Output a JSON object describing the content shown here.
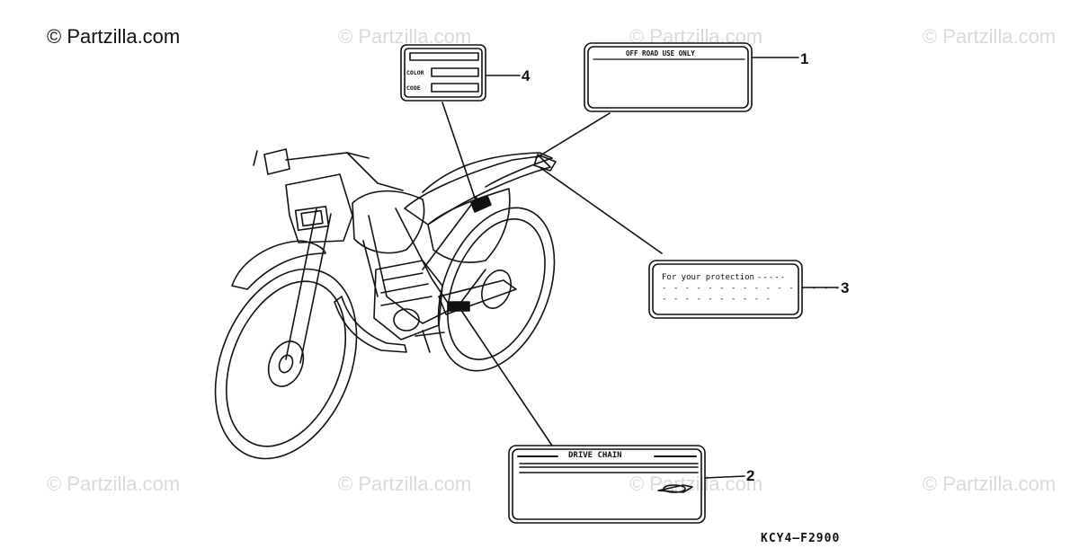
{
  "watermark": {
    "main": "© Partzilla.com",
    "repeat": "© Partzilla.com"
  },
  "callouts": {
    "c1": "1",
    "c2": "2",
    "c3": "3",
    "c4": "4"
  },
  "labels": {
    "off_road": "OFF ROAD USE ONLY",
    "protection": "For your protection",
    "drive_chain": "DRIVE CHAIN",
    "color": "COLOR",
    "code": "CODE"
  },
  "diagram_code": "KCY4–F2900"
}
